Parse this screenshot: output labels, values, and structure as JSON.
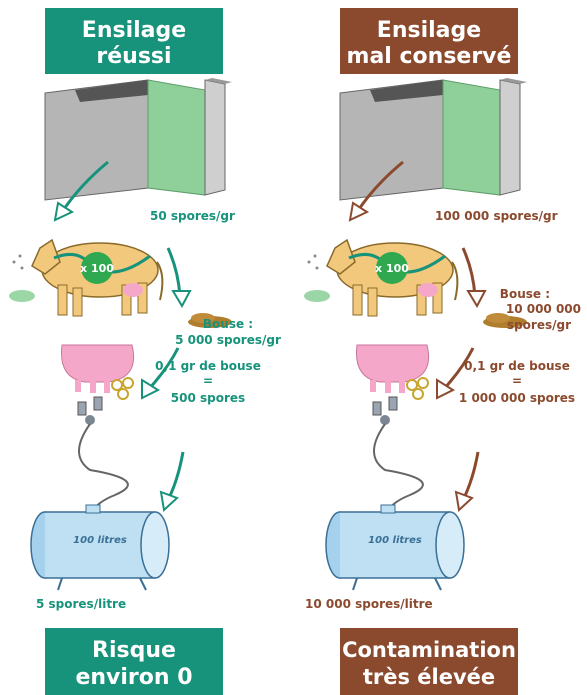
{
  "colors": {
    "green": "#17937b",
    "brown": "#8b4a2e",
    "silage_green": "#8fcf9a",
    "concrete": "#a8a8a8",
    "cow": "#f2c97c",
    "udder": "#f4a7c8",
    "tank": "#bfe0f3",
    "dung": "#b07d2c"
  },
  "left": {
    "title_line1": "Ensilage",
    "title_line2": "réussi",
    "silage_spores": "50 spores/gr",
    "cow_multiplier": "x 100",
    "dung_line1": "Bouse :",
    "dung_line2": "5 000 spores/gr",
    "milk_line1": "0,1 gr de bouse",
    "milk_line2": "=",
    "milk_line3": "500 spores",
    "tank_label": "100 litres",
    "tank_spores": "5 spores/litre",
    "result_line1": "Risque",
    "result_line2": "environ 0"
  },
  "right": {
    "title_line1": "Ensilage",
    "title_line2": "mal conservé",
    "silage_spores": "100 000 spores/gr",
    "cow_multiplier": "x 100",
    "dung_line1": "Bouse :",
    "dung_line2": "10 000 000",
    "dung_line3": "spores/gr",
    "milk_line1": "0,1 gr de bouse",
    "milk_line2": "=",
    "milk_line3": "1 000 000 spores",
    "tank_label": "100 litres",
    "tank_spores": "10 000 spores/litre",
    "result_line1": "Contamination",
    "result_line2": "très élevée"
  }
}
